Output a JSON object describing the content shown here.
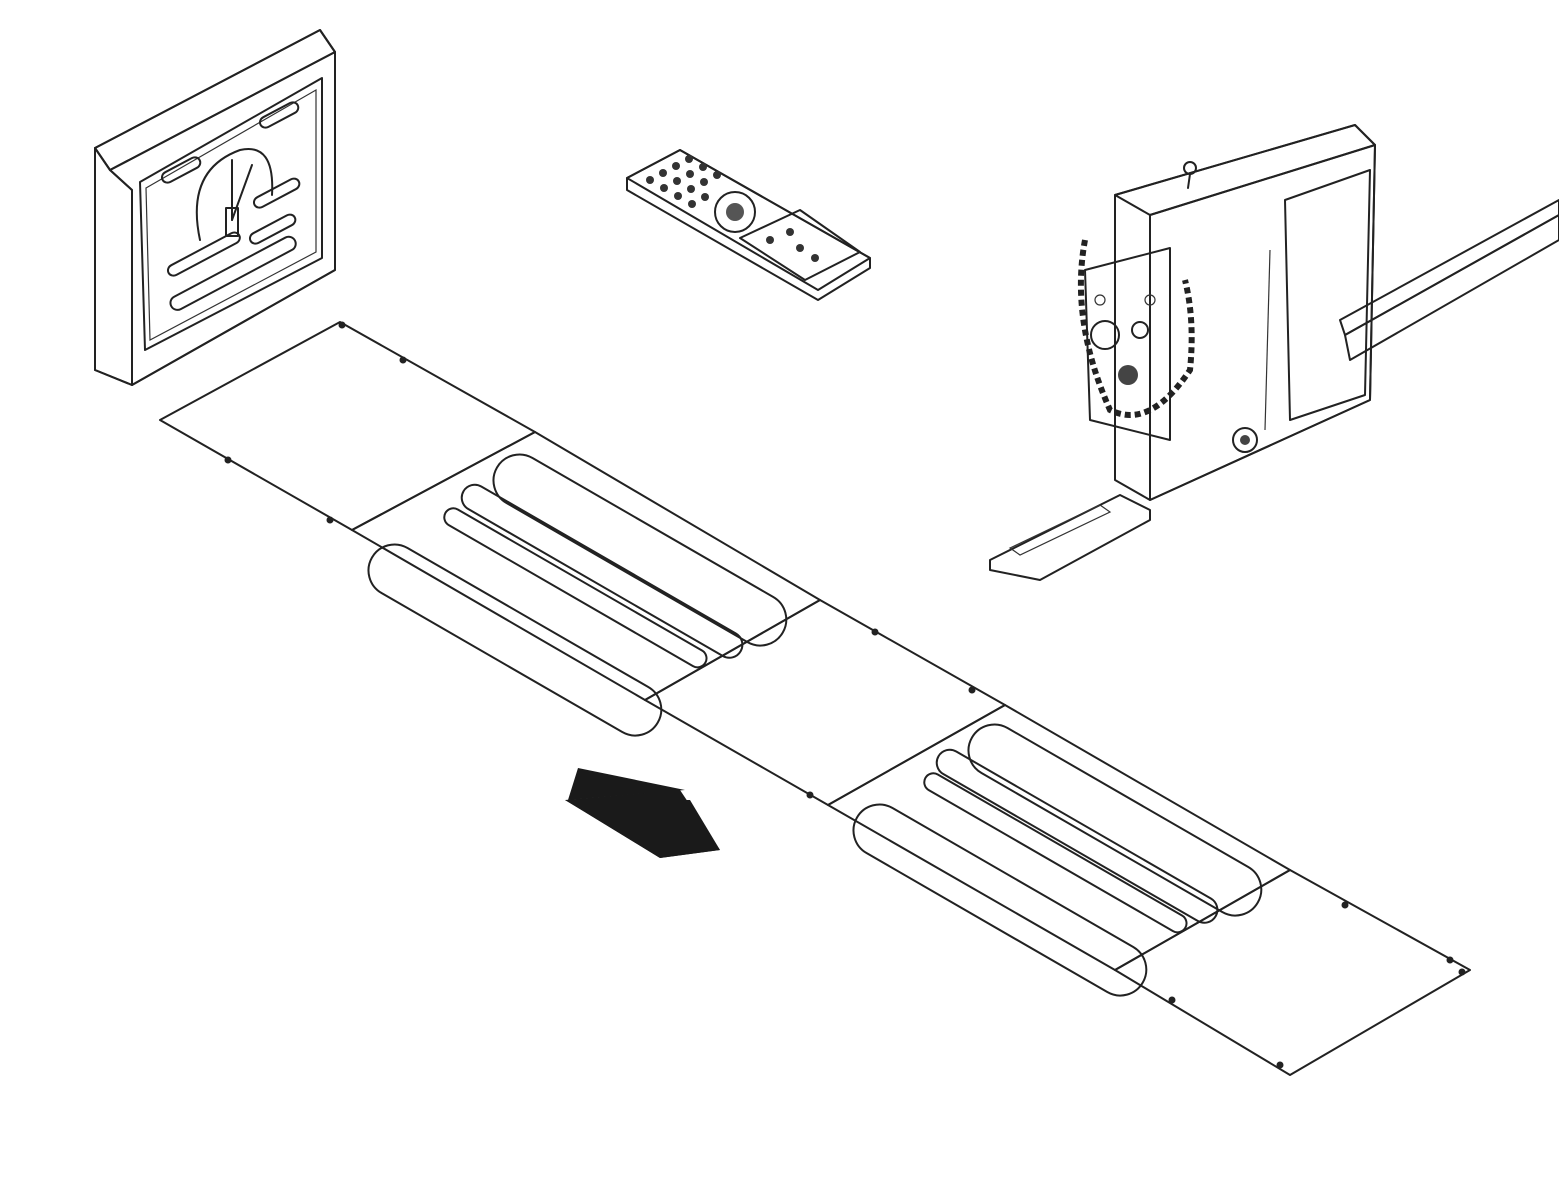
{
  "diagram": {
    "elements": [
      {
        "id": "display-board",
        "icon": "gauge-display-icon"
      },
      {
        "id": "remote-control",
        "icon": "remote-control-icon"
      },
      {
        "id": "towing-unit",
        "icon": "towing-brake-unit-icon"
      },
      {
        "id": "roller-set-front",
        "icon": "roller-set-icon"
      },
      {
        "id": "roller-set-rear",
        "icon": "roller-set-icon"
      },
      {
        "id": "driving-direction-arrow",
        "icon": "arrow-icon"
      }
    ],
    "colors": {
      "line": "#222222",
      "roller": "#c9c9c9",
      "panel": "#ffffff",
      "arrow": "#1a1a1a"
    }
  }
}
